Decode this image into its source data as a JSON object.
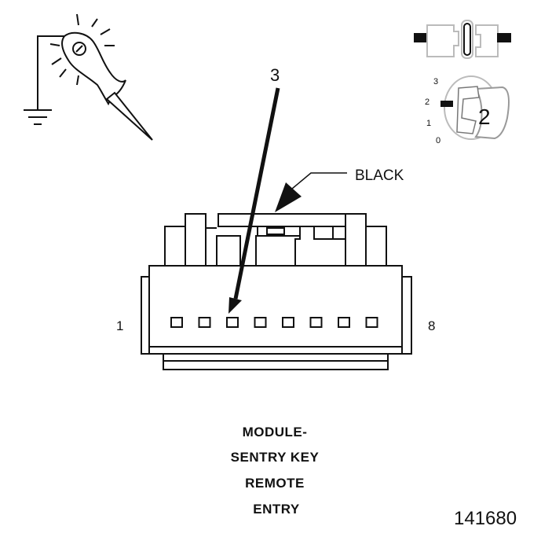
{
  "callout": {
    "number": "3",
    "wire_color": "BLACK"
  },
  "connector": {
    "pin_first": "1",
    "pin_last": "8",
    "cavity_count": 8,
    "highlighted_cavity": 3
  },
  "ignition": {
    "positions": [
      "0",
      "1",
      "2",
      "3"
    ],
    "key_position": "2"
  },
  "module_title": {
    "lines": [
      "MODULE-",
      "SENTRY KEY",
      "REMOTE",
      "ENTRY"
    ]
  },
  "figure_id": "141680",
  "icons": {
    "test_light": "test-light-icon",
    "ground": "ground-icon",
    "connector_disconnect": "connector-disconnect-icon",
    "ignition_switch": "ignition-switch-icon"
  }
}
